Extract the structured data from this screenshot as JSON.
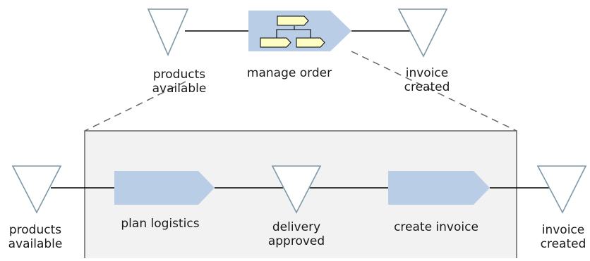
{
  "diagram": {
    "top_level": {
      "start_event": {
        "label_line1": "products",
        "label_line2": "available"
      },
      "function": {
        "label": "manage order"
      },
      "end_event": {
        "label_line1": "invoice",
        "label_line2": "created"
      }
    },
    "detail": {
      "start_event": {
        "label_line1": "products",
        "label_line2": "available"
      },
      "function_1": {
        "label": "plan logistics"
      },
      "middle_event": {
        "label_line1": "delivery",
        "label_line2": "approved"
      },
      "function_2": {
        "label": "create invoice"
      },
      "end_event": {
        "label_line1": "invoice",
        "label_line2": "created"
      }
    }
  },
  "colors": {
    "function_fill": "#b9cde6",
    "event_stroke": "#7e98a6",
    "connector": "#000000",
    "detail_panel_fill": "#f2f2f2",
    "detail_panel_stroke": "#666666",
    "dashed_connector": "#666666",
    "subprocess_box_fill": "#fdfdc4"
  }
}
